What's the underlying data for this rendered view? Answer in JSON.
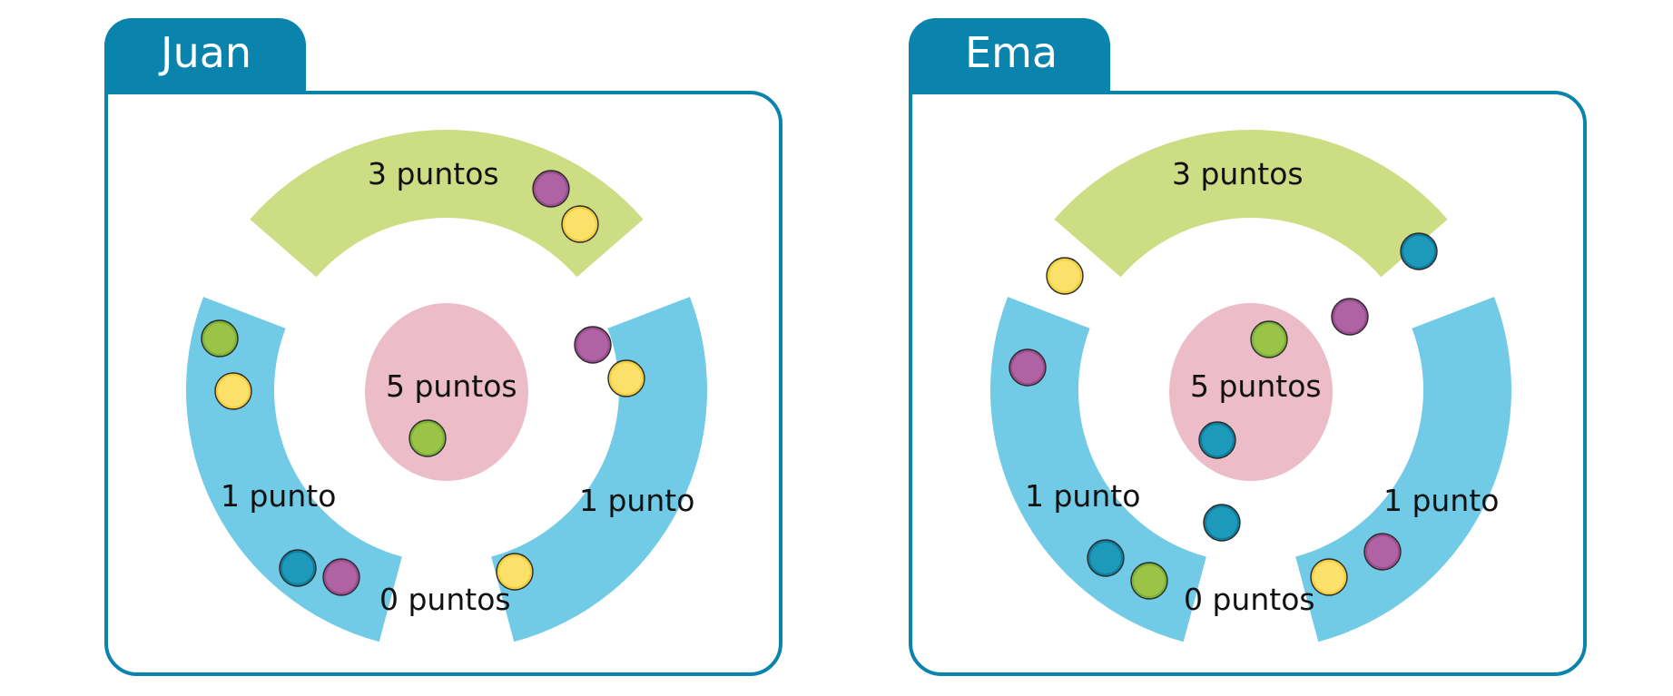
{
  "colors": {
    "frame": "#0a84ad",
    "zone_3": "#cddd84",
    "zone_1": "#72cbe6",
    "zone_5": "#ecbdc9",
    "token_purple": "#b063a3",
    "token_purple_ring": "#9b4d90",
    "token_yellow": "#fbe06a",
    "token_yellow_ring": "#f3cf3f",
    "token_green": "#9bc447",
    "token_green_ring": "#7bb23a",
    "token_teal": "#1d9aba",
    "token_teal_ring": "#0f7ea0"
  },
  "zone_labels": {
    "three": "3 puntos",
    "five": "5 puntos",
    "one_left": "1 punto",
    "one_right": "1 punto",
    "zero": "0 puntos"
  },
  "panels": [
    {
      "name": "Juan",
      "tokens": [
        {
          "color": "purple",
          "zone": "3 puntos"
        },
        {
          "color": "yellow",
          "zone": "3 puntos"
        },
        {
          "color": "green",
          "zone": "1 punto (izquierda)"
        },
        {
          "color": "yellow",
          "zone": "1 punto (izquierda)"
        },
        {
          "color": "purple",
          "zone": "1 punto (derecha)"
        },
        {
          "color": "yellow",
          "zone": "1 punto (derecha)"
        },
        {
          "color": "green",
          "zone": "5 puntos"
        },
        {
          "color": "teal",
          "zone": "1 punto (izquierda)"
        },
        {
          "color": "purple",
          "zone": "1 punto (izquierda)"
        },
        {
          "color": "yellow",
          "zone": "1 punto (derecha)"
        }
      ]
    },
    {
      "name": "Ema",
      "tokens": [
        {
          "color": "yellow",
          "zone": "0 puntos"
        },
        {
          "color": "teal",
          "zone": "0 puntos"
        },
        {
          "color": "purple",
          "zone": "0 puntos"
        },
        {
          "color": "green",
          "zone": "5 puntos"
        },
        {
          "color": "purple",
          "zone": "1 punto (izquierda)"
        },
        {
          "color": "teal",
          "zone": "5 puntos"
        },
        {
          "color": "teal",
          "zone": "0 puntos"
        },
        {
          "color": "teal",
          "zone": "1 punto (izquierda)"
        },
        {
          "color": "green",
          "zone": "1 punto (izquierda)"
        },
        {
          "color": "yellow",
          "zone": "1 punto (derecha)"
        },
        {
          "color": "purple",
          "zone": "1 punto (derecha)"
        }
      ]
    }
  ]
}
